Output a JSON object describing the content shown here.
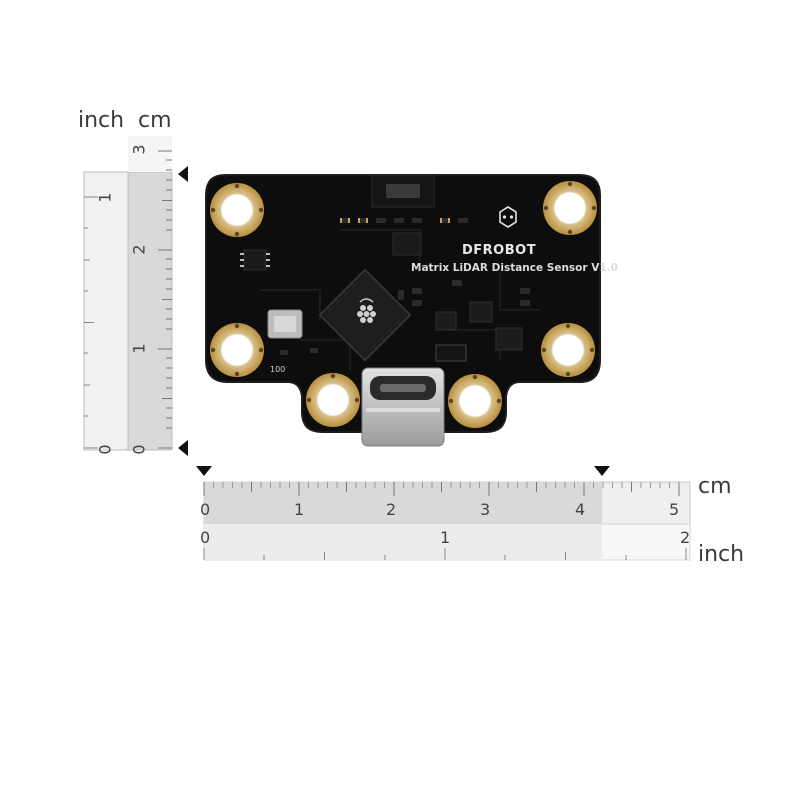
{
  "units": {
    "inch": "inch",
    "cm": "cm"
  },
  "vertical_ruler": {
    "inch_labels": [
      "1",
      "0"
    ],
    "cm_labels": [
      "3",
      "2",
      "1",
      "0"
    ]
  },
  "horizontal_ruler": {
    "cm_labels": [
      "0",
      "1",
      "2",
      "3",
      "4",
      "5"
    ],
    "inch_labels": [
      "0",
      "1",
      "2"
    ]
  },
  "board": {
    "brand": "DFROBOT",
    "product": "Matrix LiDAR Distance Sensor V1.0",
    "silkscreen_label": "100",
    "colors": {
      "pcb": "#0d0d0d",
      "pad_gold": "#c9a55a",
      "usb_metal": "#c7c7c7",
      "highlight": "#dcdcdc"
    }
  },
  "icons": [
    "dfrobot-logo-icon",
    "raspberry-logo-icon",
    "marker-triangle-icon"
  ]
}
